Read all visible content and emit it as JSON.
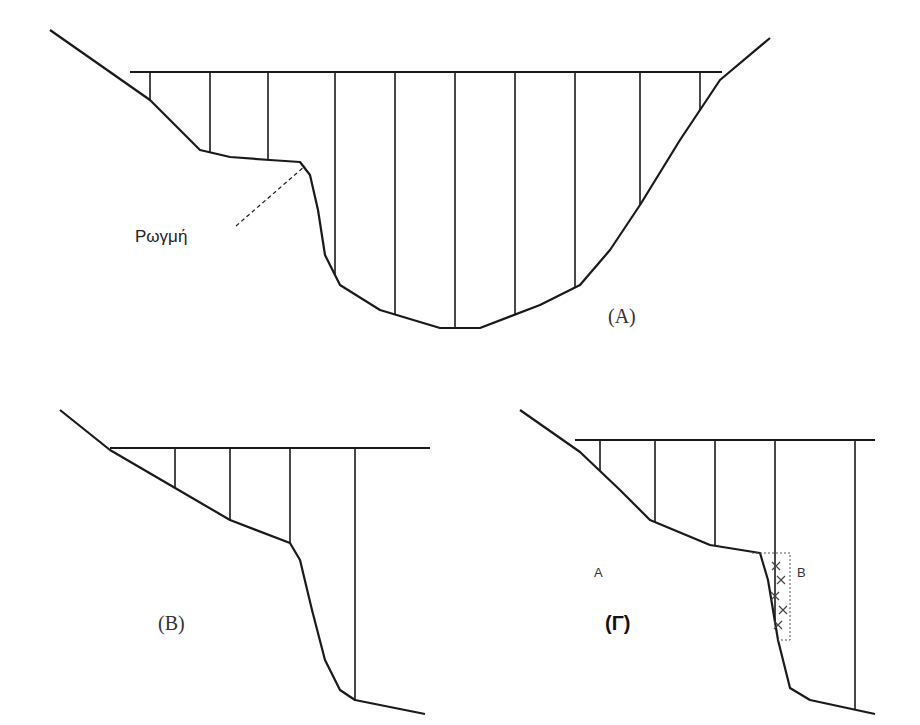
{
  "diagram": {
    "labels": [
      "Ρωγμή",
      "(A)",
      "(B)",
      "(Γ)",
      "A",
      "B"
    ]
  }
}
